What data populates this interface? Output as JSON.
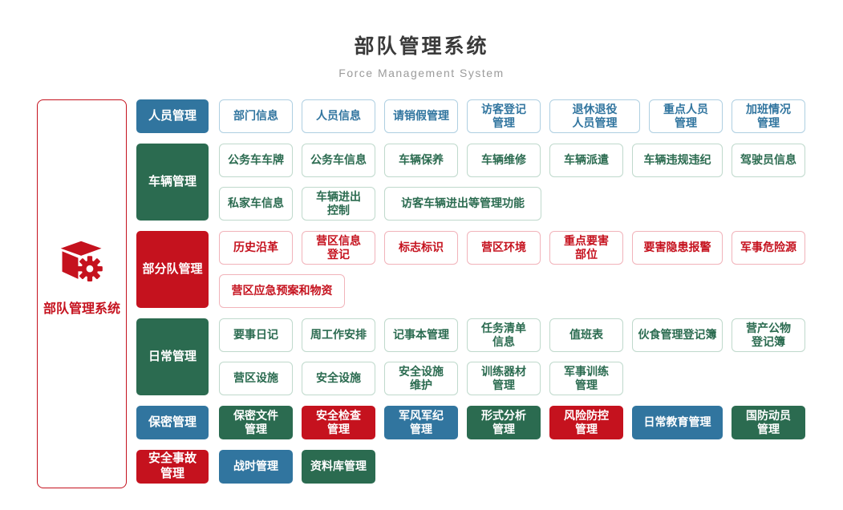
{
  "title": "部队管理系统",
  "subtitle": "Force Management System",
  "root": {
    "label": "部队管理系统",
    "icon": "cube-gear-icon"
  },
  "colors": {
    "blue": "#31759F",
    "green": "#2B6B50",
    "red": "#C5121E",
    "blue_border": "#AECFE1",
    "green_border": "#BFD9CC",
    "red_border": "#F1B3BA",
    "title_text": "#3a3a3a",
    "subtitle_text": "#9b9b9b"
  },
  "rows": [
    {
      "category": {
        "label": "人员管理",
        "color": "blue"
      },
      "items": [
        {
          "label": "部门信息",
          "color": "blue",
          "variant": "outline"
        },
        {
          "label": "人员信息",
          "color": "blue",
          "variant": "outline"
        },
        {
          "label": "请销假管理",
          "color": "blue",
          "variant": "outline"
        },
        {
          "label": "访客登记\n管理",
          "color": "blue",
          "variant": "outline"
        },
        {
          "label": "退休退役\n人员管理",
          "color": "blue",
          "variant": "outline",
          "size": "wide"
        },
        {
          "label": "重点人员\n管理",
          "color": "blue",
          "variant": "outline"
        },
        {
          "label": "加班情况\n管理",
          "color": "blue",
          "variant": "outline"
        }
      ]
    },
    {
      "category": {
        "label": "车辆管理",
        "color": "green"
      },
      "items": [
        {
          "label": "公务车车牌",
          "color": "green",
          "variant": "outline"
        },
        {
          "label": "公务车信息",
          "color": "green",
          "variant": "outline"
        },
        {
          "label": "车辆保养",
          "color": "green",
          "variant": "outline"
        },
        {
          "label": "车辆维修",
          "color": "green",
          "variant": "outline"
        },
        {
          "label": "车辆派遣",
          "color": "green",
          "variant": "outline"
        },
        {
          "label": "车辆违规违纪",
          "color": "green",
          "variant": "outline",
          "size": "wide"
        },
        {
          "label": "驾驶员信息",
          "color": "green",
          "variant": "outline"
        },
        {
          "label": "私家车信息",
          "color": "green",
          "variant": "outline"
        },
        {
          "label": "车辆进出\n控制",
          "color": "green",
          "variant": "outline"
        },
        {
          "label": "访客车辆进出等管理功能",
          "color": "green",
          "variant": "outline",
          "size": "xxl"
        }
      ]
    },
    {
      "category": {
        "label": "部分队管理",
        "color": "red"
      },
      "items": [
        {
          "label": "历史沿革",
          "color": "red",
          "variant": "outline"
        },
        {
          "label": "营区信息\n登记",
          "color": "red",
          "variant": "outline"
        },
        {
          "label": "标志标识",
          "color": "red",
          "variant": "outline"
        },
        {
          "label": "营区环境",
          "color": "red",
          "variant": "outline"
        },
        {
          "label": "重点要害\n部位",
          "color": "red",
          "variant": "outline"
        },
        {
          "label": "要害隐患报警",
          "color": "red",
          "variant": "outline",
          "size": "wide"
        },
        {
          "label": "军事危险源",
          "color": "red",
          "variant": "outline"
        },
        {
          "label": "营区应急预案和物资",
          "color": "red",
          "variant": "outline",
          "size": "xl"
        }
      ]
    },
    {
      "category": {
        "label": "日常管理",
        "color": "green"
      },
      "items": [
        {
          "label": "要事日记",
          "color": "green",
          "variant": "outline"
        },
        {
          "label": "周工作安排",
          "color": "green",
          "variant": "outline"
        },
        {
          "label": "记事本管理",
          "color": "green",
          "variant": "outline"
        },
        {
          "label": "任务清单\n信息",
          "color": "green",
          "variant": "outline"
        },
        {
          "label": "值班表",
          "color": "green",
          "variant": "outline"
        },
        {
          "label": "伙食管理登记簿",
          "color": "green",
          "variant": "outline",
          "size": "wide"
        },
        {
          "label": "营产公物\n登记簿",
          "color": "green",
          "variant": "outline"
        },
        {
          "label": "营区设施",
          "color": "green",
          "variant": "outline"
        },
        {
          "label": "安全设施",
          "color": "green",
          "variant": "outline"
        },
        {
          "label": "安全设施\n维护",
          "color": "green",
          "variant": "outline"
        },
        {
          "label": "训练器材\n管理",
          "color": "green",
          "variant": "outline"
        },
        {
          "label": "军事训练\n管理",
          "color": "green",
          "variant": "outline"
        }
      ]
    },
    {
      "category": {
        "label": "保密管理",
        "color": "blue"
      },
      "items": [
        {
          "label": "保密文件\n管理",
          "color": "green",
          "variant": "solid"
        },
        {
          "label": "安全检查\n管理",
          "color": "red",
          "variant": "solid"
        },
        {
          "label": "军风军纪\n管理",
          "color": "blue",
          "variant": "solid"
        },
        {
          "label": "形式分析\n管理",
          "color": "green",
          "variant": "solid"
        },
        {
          "label": "风险防控\n管理",
          "color": "red",
          "variant": "solid"
        },
        {
          "label": "日常教育管理",
          "color": "blue",
          "variant": "solid",
          "size": "wide"
        },
        {
          "label": "国防动员\n管理",
          "color": "green",
          "variant": "solid"
        }
      ]
    },
    {
      "category": {
        "label": "安全事故\n管理",
        "color": "red"
      },
      "items": [
        {
          "label": "战时管理",
          "color": "blue",
          "variant": "solid"
        },
        {
          "label": "资料库管理",
          "color": "green",
          "variant": "solid"
        }
      ]
    }
  ]
}
